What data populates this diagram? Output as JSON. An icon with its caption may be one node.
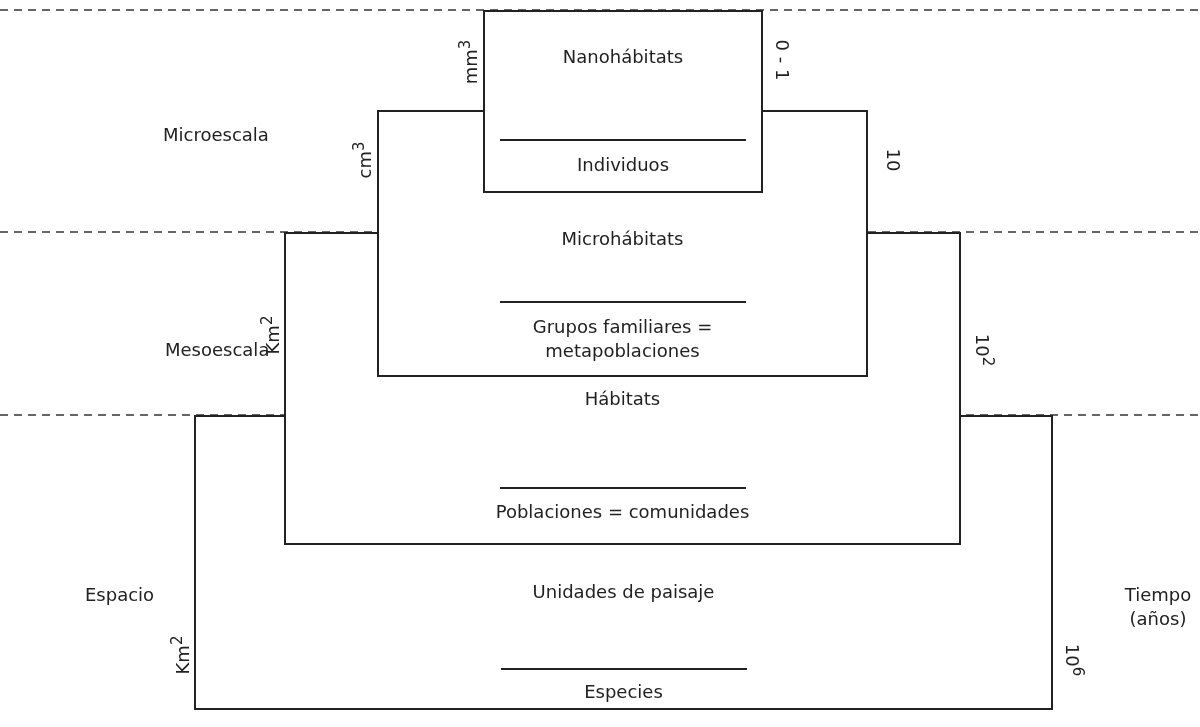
{
  "diagram": {
    "nodes": [
      {
        "text": [
          "Nanohábitats",
          "Individuos"
        ],
        "beside": [
          "mm$^{3}$",
          "0 - 1"
        ]
      },
      {
        "text": [
          "Microhábitats",
          "Grupos familiares = metapoblaciones"
        ],
        "beside": [
          "cm$^{3}$",
          "10"
        ]
      },
      {
        "text": [
          "Hábitats",
          "Poblaciones = comunidades"
        ],
        "beside": [
          "Km$^{2}$",
          "10$^{2}$"
        ]
      },
      {
        "text": [
          "Unidades de paisaje",
          "Especies"
        ],
        "beside": [
          "Km$^{2}$",
          "10$^{6}$"
        ]
      }
    ],
    "labels": [
      "Microescala",
      "Mesoescala",
      "Espacio",
      "Tiempo (años)"
    ]
  }
}
